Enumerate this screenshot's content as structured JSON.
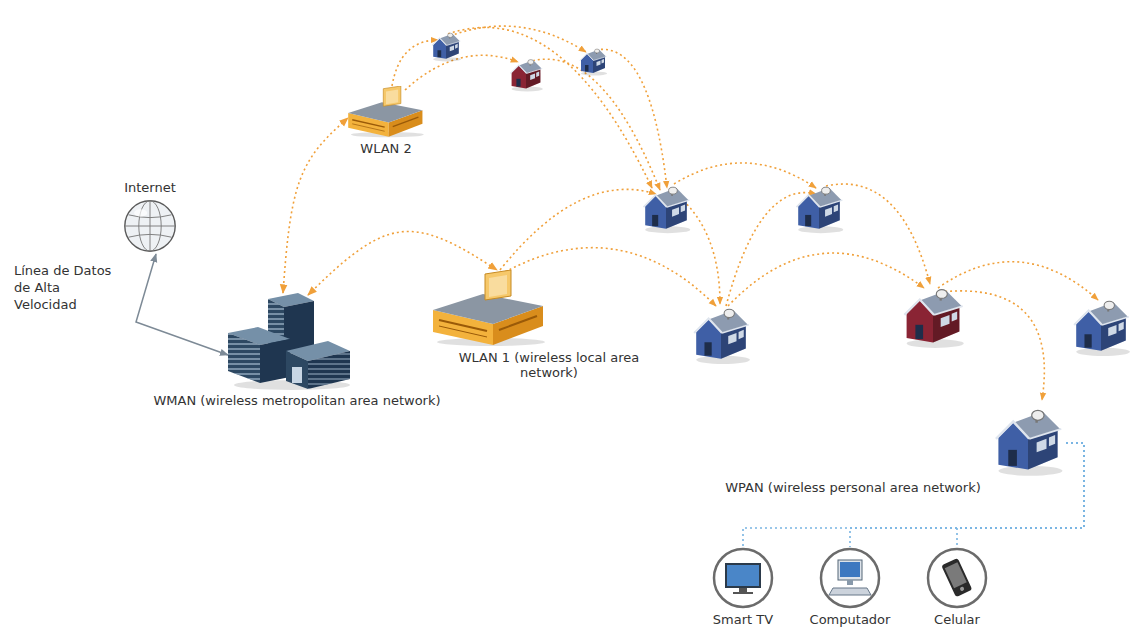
{
  "diagram": {
    "nodes": [
      {
        "text": [
          "WLAN 2"
        ]
      },
      {
        "text": [
          "Internet"
        ]
      },
      {
        "text": [
          "WMAN (wireless metropolitan area network)"
        ]
      },
      {
        "text": [
          "WLAN 1 (wireless local area network)"
        ]
      },
      {
        "text": [
          "WPAN (wireless personal area network)"
        ]
      },
      {
        "text": [
          "Smart TV"
        ]
      },
      {
        "text": [
          "Computador"
        ]
      },
      {
        "text": [
          "Celular"
        ]
      }
    ],
    "edges": [
      {
        "from": 1,
        "to": 2,
        "arrow": "both",
        "label": "Línea de Datos de Alta Velocidad"
      },
      {
        "from": 2,
        "to": 0,
        "arrow": "both"
      },
      {
        "from": 2,
        "to": 3,
        "arrow": "both"
      },
      {
        "from": 4,
        "to": 5,
        "arrow": "none"
      },
      {
        "from": 4,
        "to": 6,
        "arrow": "none"
      },
      {
        "from": 4,
        "to": 7,
        "arrow": "none"
      }
    ]
  }
}
